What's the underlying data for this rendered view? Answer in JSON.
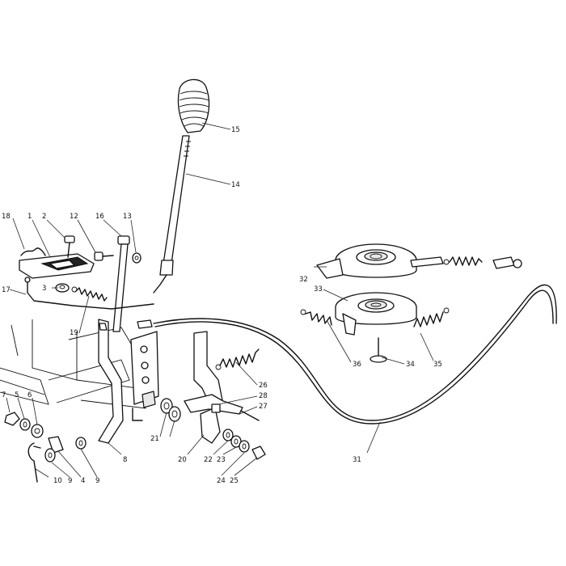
{
  "callouts": {
    "c1": "1",
    "c2": "2",
    "c3": "3",
    "c4": "4",
    "c5": "5",
    "c6": "6",
    "c7": "7",
    "c8": "8",
    "c9a": "9",
    "c9b": "9",
    "c10": "10",
    "c12": "12",
    "c13": "13",
    "c14": "14",
    "c15": "15",
    "c16": "16",
    "c17": "17",
    "c18": "18",
    "c19": "19",
    "c20": "20",
    "c21": "21",
    "c22": "22",
    "c23": "23",
    "c24": "24",
    "c25": "25",
    "c26": "26",
    "c27": "27",
    "c28": "28",
    "c31": "31",
    "c32": "32",
    "c33": "33",
    "c34": "34",
    "c35": "35",
    "c36": "36"
  },
  "colors": {
    "line": "#111111",
    "background": "#ffffff"
  }
}
